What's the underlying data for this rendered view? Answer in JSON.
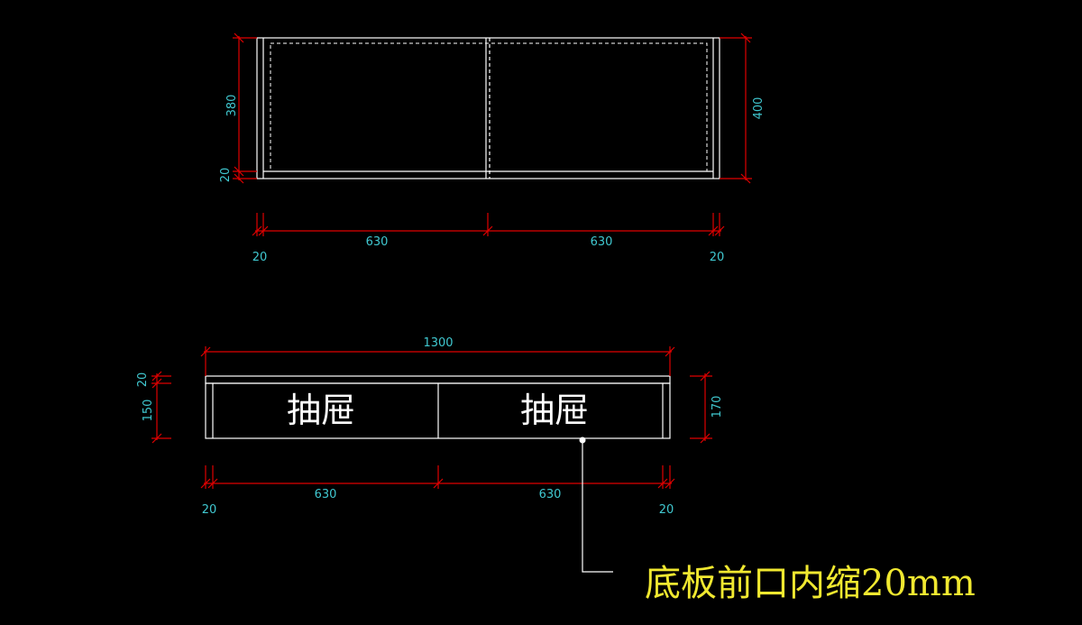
{
  "colors": {
    "background": "#000000",
    "outline": "#ffffff",
    "dimension_line": "#e00000",
    "dimension_text": "#40c8d0",
    "note_text": "#f0e830"
  },
  "top_view": {
    "dims": {
      "left_height": "380",
      "left_base": "20",
      "right_height": "400",
      "span_left": "630",
      "span_right": "630",
      "end_left": "20",
      "end_right": "20"
    }
  },
  "front_view": {
    "overall_width": "1300",
    "drawer_left_label": "抽屉",
    "drawer_right_label": "抽屉",
    "dims": {
      "top_board": "20",
      "drawer_height": "150",
      "right_height": "170",
      "span_left": "630",
      "span_right": "630",
      "end_left": "20",
      "end_right": "20"
    }
  },
  "annotation": {
    "text": "底板前口内缩20mm"
  }
}
